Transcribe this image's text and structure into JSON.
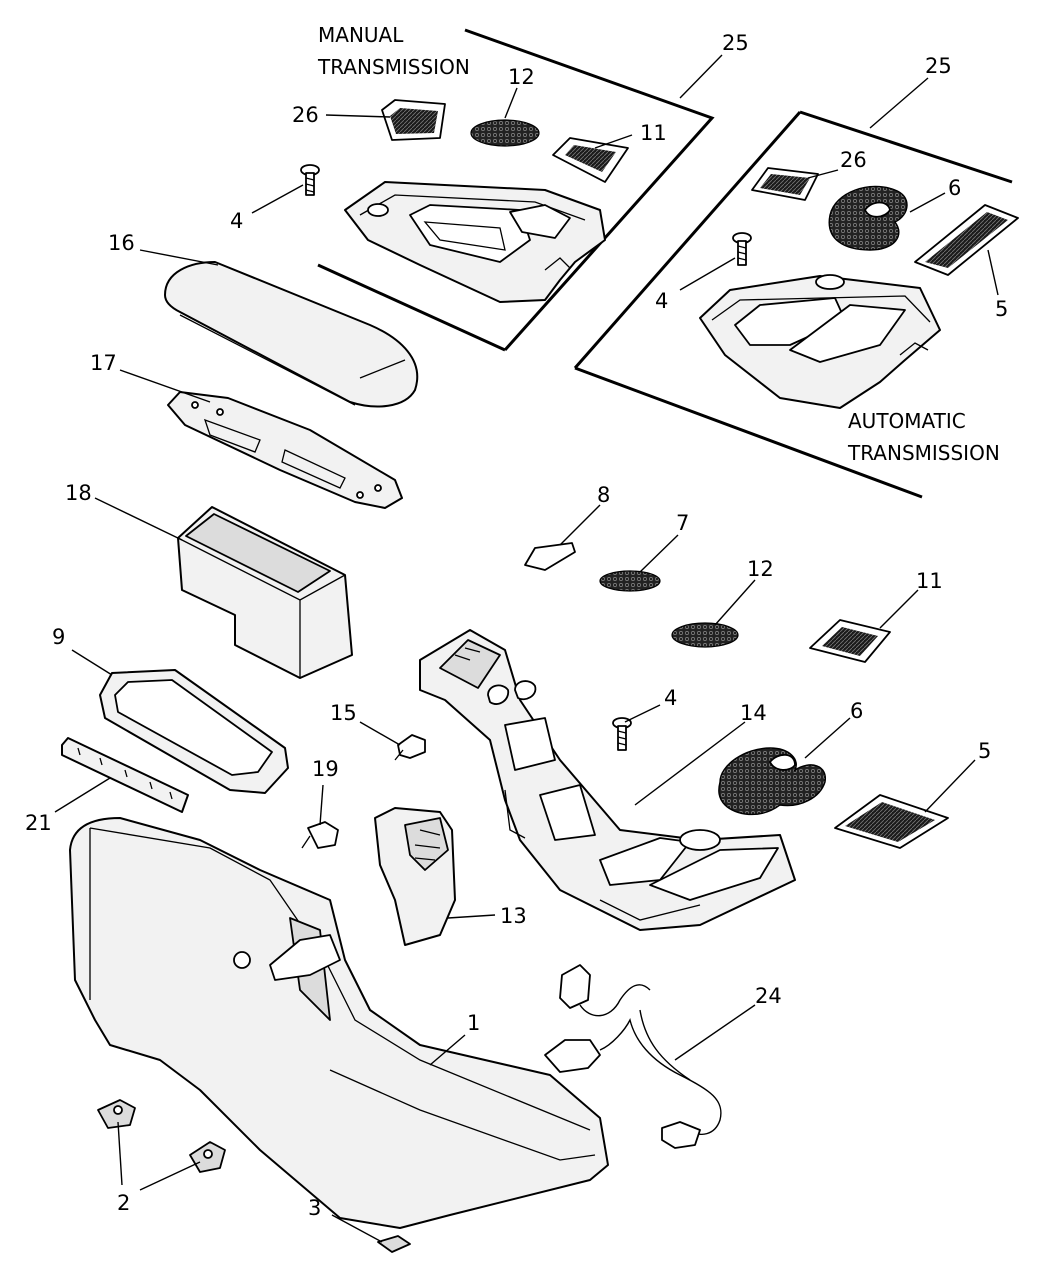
{
  "labels": {
    "manual_transmission_line1": "MANUAL",
    "manual_transmission_line2": "TRANSMISSION",
    "automatic_transmission_line1": "AUTOMATIC",
    "automatic_transmission_line2": "TRANSMISSION"
  },
  "callouts": {
    "c25a": "25",
    "c12a": "12",
    "c26a": "26",
    "c11a": "11",
    "c4a": "4",
    "c16": "16",
    "c25b": "25",
    "c26b": "26",
    "c6a": "6",
    "c4b": "4",
    "c5a": "5",
    "c17": "17",
    "c18": "18",
    "c8": "8",
    "c7": "7",
    "c12b": "12",
    "c11b": "11",
    "c9": "9",
    "c15": "15",
    "c4c": "4",
    "c14": "14",
    "c6b": "6",
    "c5b": "5",
    "c19": "19",
    "c21": "21",
    "c13": "13",
    "c24": "24",
    "c1": "1",
    "c2": "2",
    "c3": "3"
  }
}
